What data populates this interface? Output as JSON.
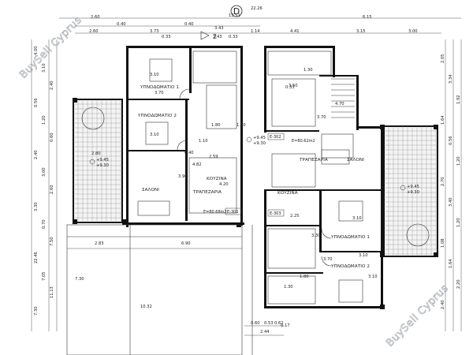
{
  "header": {
    "north_marker": "D",
    "section_marker": "2"
  },
  "watermarks": [
    {
      "text": "BuySell Cyprus"
    },
    {
      "text": "BuySell Cyprus"
    }
  ],
  "dimensions_top": {
    "overall": "13.51",
    "top_right": "22.26",
    "row1": [
      "2.60",
      "0.40",
      "0.40",
      "6.15"
    ],
    "row2": [
      "2.60",
      "3.73",
      "3.43",
      "1.14",
      "4.41",
      "3.15",
      "3.00"
    ],
    "row3": [
      "0.33",
      "3.43",
      "0.33"
    ]
  },
  "dimensions_left": [
    "4.00",
    "3.10",
    "2.40",
    "0.56",
    "1.20",
    "0.60",
    "2.40",
    "3.00",
    "2.60",
    "3.30",
    "0.70",
    "7.50",
    "22.46",
    "7.05",
    "11.13",
    "7.30"
  ],
  "dimensions_right": [
    "2.05",
    "3.34",
    "1.92",
    "1.64",
    "0.56",
    "1.20",
    "2.70",
    "3.40",
    "1.20",
    "1.08",
    "1.64",
    "2.20",
    "2.40"
  ],
  "dimensions_bottom": [
    "0.60",
    "0.53",
    "0.62",
    "2.44",
    "0.17"
  ],
  "dimensions_mid": [
    "2.83",
    "6.90",
    "10.32",
    "7.30",
    "3.30",
    "3.70",
    "3.10",
    "1.30",
    "1.80",
    "1.30",
    "2.59",
    "4.20",
    "4.82",
    "3.90",
    "0.40",
    "1.10",
    "1.80",
    "1.00",
    "3.70",
    "4.70",
    "3.50",
    "2.25",
    "0.33",
    "2.80",
    "3.10"
  ],
  "rooms_left": [
    {
      "name": "ΥΠΝΟΔΩΜΑΤΙΟ 1",
      "size": "3.70"
    },
    {
      "name": "ΥΠΝΟΔΩΜΑΤΙΟ 2",
      "size": "3.10"
    },
    {
      "name": "ΣΑΛΟΝΙ",
      "size": ""
    },
    {
      "name": "ΚΟΥΖΙΝΑ",
      "size": ""
    },
    {
      "name": "ΤΡΑΠΕΖΑΡΙΑ",
      "size": ""
    }
  ],
  "rooms_right": [
    {
      "name": "ΚΟΥΖΙΝΑ",
      "size": ""
    },
    {
      "name": "ΤΡΑΠΕΖΑΡΙΑ",
      "size": ""
    },
    {
      "name": "ΣΑΛΟΝΙ",
      "size": ""
    },
    {
      "name": "ΥΠΝΟΔΩΜΑΤΙΟ 1",
      "size": "3.10"
    },
    {
      "name": "ΥΠΝΟΔΩΜΑΤΙΟ 2",
      "size": "3.10"
    }
  ],
  "levels": {
    "center_top": "+9.45",
    "center_bottom": "+9.30",
    "left_balcony_top": "+9.45",
    "left_balcony_bottom": "+9.30",
    "right_balcony_top": "+9.45",
    "right_balcony_bottom": "+9.30"
  },
  "areas": {
    "left_unit": "E=80.68m2",
    "right_unit": "E=80.62m2",
    "tag_left": "E-301",
    "tag_right": "E-302",
    "tag_right2": "E-303"
  }
}
